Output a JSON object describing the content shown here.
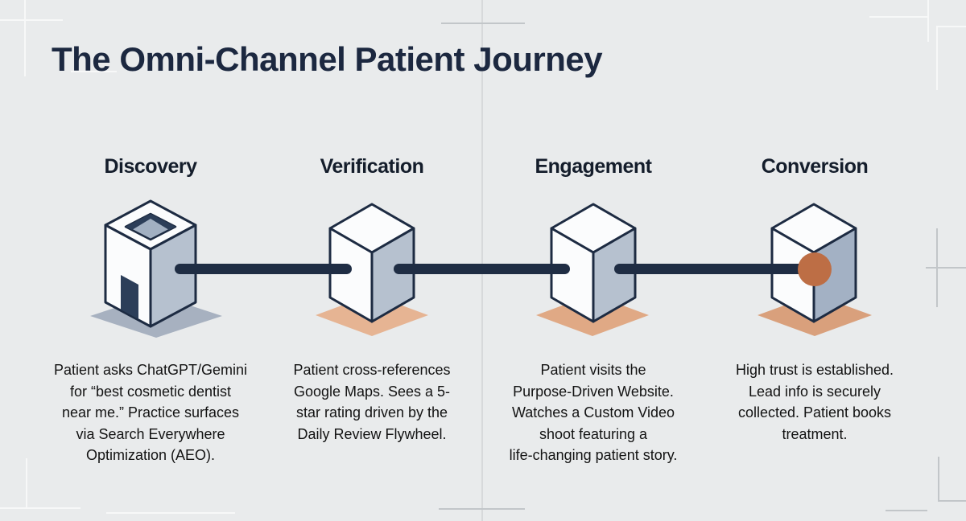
{
  "title": "The Omni-Channel Patient Journey",
  "stages": [
    {
      "label": "Discovery",
      "icon": "open-top-isometric-box-with-door",
      "description": "Patient asks ChatGPT/Gemini\nfor “best cosmetic dentist\nnear me.” Practice surfaces\nvia Search Everywhere\nOptimization (AEO)."
    },
    {
      "label": "Verification",
      "icon": "isometric-cube",
      "description": "Patient cross-references\nGoogle Maps. Sees a 5-\nstar rating driven by the\nDaily Review Flywheel."
    },
    {
      "label": "Engagement",
      "icon": "isometric-cube",
      "description": "Patient visits the\nPurpose-Driven Website.\nWatches a Custom Video\nshoot featuring a\nlife-changing patient story."
    },
    {
      "label": "Conversion",
      "icon": "isometric-cube-with-node",
      "description": "High trust is established.\nLead info is securely\ncollected. Patient books\ntreatment."
    }
  ],
  "colors": {
    "background": "#e9ebec",
    "title_text": "#1c2840",
    "heading_text": "#141d2b",
    "body_text": "#131313",
    "connector_line": "#1f2d44",
    "cube_outline": "#1d2b42",
    "cube_light_face": "#fbfcfd",
    "cube_shaded_face": "#b6c1cf",
    "shadow_discovery": "#a7b1c0",
    "shadow_verification": "#e6b493",
    "shadow_engagement": "#e0a985",
    "shadow_conversion": "#d9a07c",
    "conversion_node": "#bd6e45"
  }
}
